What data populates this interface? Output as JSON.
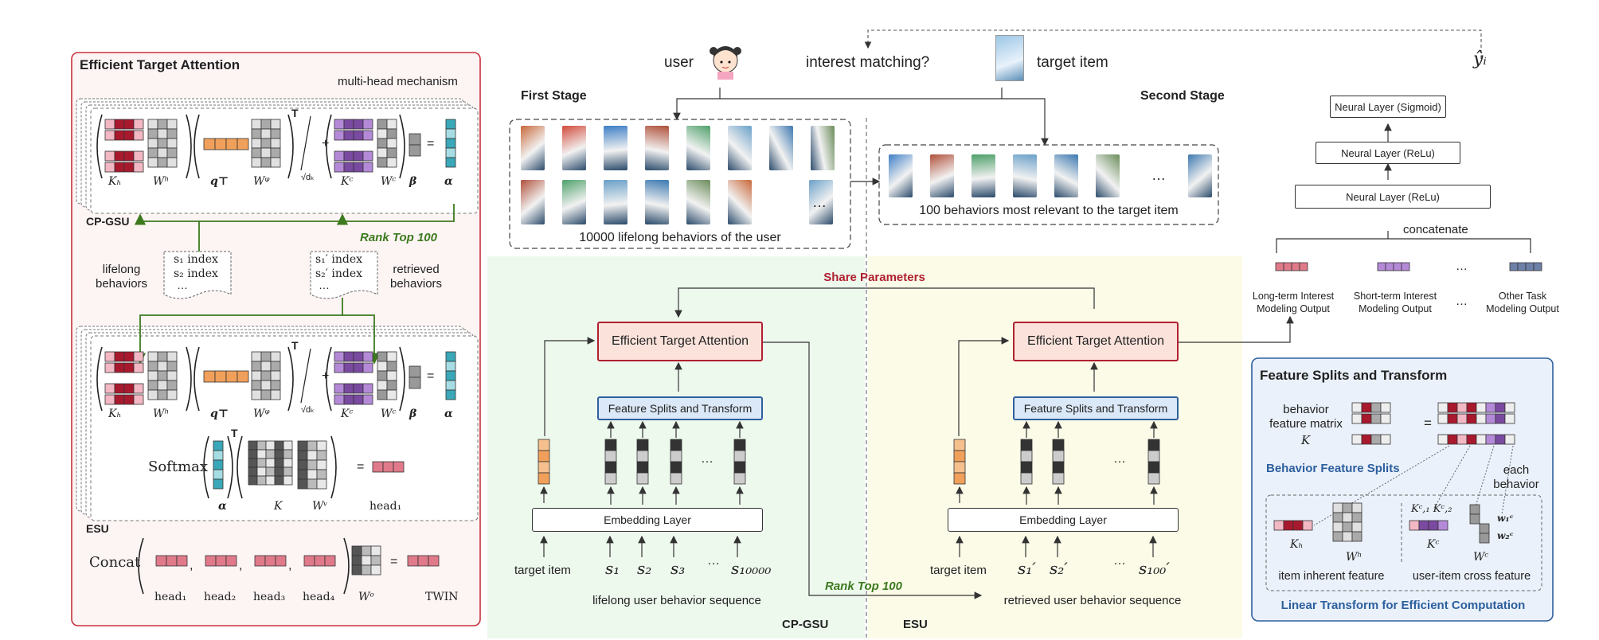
{
  "ta": {
    "title": "Efficient Target Attention",
    "multihead": "multi-head mechanism",
    "cpgsu": "CP-GSU",
    "esu": "ESU",
    "rank": "Rank Top 100",
    "lifelong": "lifelong\nbehaviors",
    "retrieved": "retrieved\nbehaviors",
    "idx1": "s₁ index",
    "idx2": "s₂ index",
    "idx1p": "s₁′ index",
    "idx2p": "s₂′ index",
    "dots": "…",
    "lbl_kh": "Kₕ",
    "lbl_wh": "Wʰ",
    "lbl_qt": "q⊤",
    "lbl_wq": "Wᵠ",
    "lbl_kc": "Kᶜ",
    "lbl_wc": "Wᶜ",
    "lbl_beta": "β",
    "lbl_alpha": "α",
    "sqrt": "√dₖ",
    "softmax": "Softmax",
    "lbl_k": "K",
    "lbl_wv": "Wᵛ",
    "head1": "head₁",
    "concat": "Concat",
    "heads": [
      "head₁",
      "head₂",
      "head₃",
      "head₄"
    ],
    "lbl_wo": "Wᵒ",
    "twin": "TWIN"
  },
  "top": {
    "user": "user",
    "matching": "interest matching?",
    "target": "target item",
    "yhat": "ŷᵢ",
    "first_stage": "First Stage",
    "second_stage": "Second Stage",
    "lifelong_caption": "10000 lifelong behaviors of the user",
    "relevant_caption": "100 behaviors most relevant to the target item",
    "ellipsis": "…"
  },
  "middle": {
    "share": "Share Parameters",
    "eta": "Efficient Target Attention",
    "fst": "Feature Splits and Transform",
    "emb": "Embedding Layer",
    "target_item": "target item",
    "seq_left": [
      "s₁",
      "s₂",
      "s₃",
      "…",
      "s₁₀₀₀₀"
    ],
    "seq_right": [
      "s₁′",
      "s₂′",
      "…",
      "s₁₀₀′"
    ],
    "lifelong_seq": "lifelong user behavior sequence",
    "retrieved_seq": "retrieved user behavior sequence",
    "rank": "Rank Top 100",
    "cpgsu": "CP-GSU",
    "esu": "ESU",
    "dots": "…"
  },
  "right": {
    "sigmoid": "Neural Layer (Sigmoid)",
    "relu1": "Neural Layer (ReLu)",
    "relu2": "Neural Layer (ReLu)",
    "concatenate": "concatenate",
    "long": "Long-term Interest\nModeling Output",
    "short": "Short-term Interest\nModeling Output",
    "other": "Other Task\nModeling Output",
    "dots": "…"
  },
  "fs": {
    "title": "Feature Splits and Transform",
    "bfm": "behavior\nfeature matrix",
    "k": "K",
    "splits": "Behavior Feature Splits",
    "each": "each\nbehavior",
    "kh": "Kₕ",
    "wh": "Wʰ",
    "kc": "Kᶜ",
    "kc12": "Kᶜ,₁ Kᶜ,₂",
    "w1": "w₁ᶜ",
    "w2": "w₂ᶜ",
    "wc": "Wᶜ",
    "inherent": "item inherent feature",
    "cross": "user-item cross feature",
    "linear": "Linear Transform for Efficient Computation"
  },
  "colors": {
    "red_dark": "#a8192e",
    "red_light": "#e07a8a",
    "pink": "#f2b8c3",
    "purple": "#7a4aa0",
    "purple_light": "#b48ad8",
    "teal": "#3aa8b8",
    "teal_light": "#a6dde4",
    "orange": "#f0a05a",
    "green": "#3d7a1e",
    "blue_box": "#dbe8f7",
    "blue_border": "#2d5f9e",
    "salmon_box": "#fbe3dc",
    "dark_red_border": "#b02030"
  }
}
